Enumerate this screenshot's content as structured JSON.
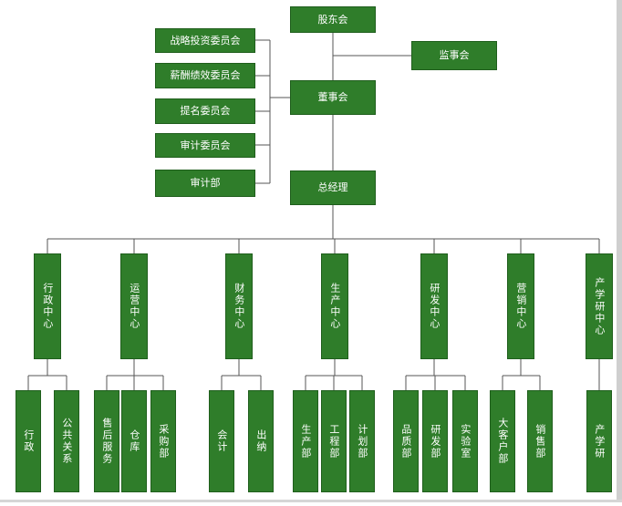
{
  "chart_data": {
    "type": "org-chart",
    "title": "",
    "nodes": {
      "shareholders": "股东会",
      "supervisors": "监事会",
      "board": "董事会",
      "gm": "总经理",
      "strategy_committee": "战略投资委员会",
      "compensation_committee": "薪酬绩效委员会",
      "nomination_committee": "提名委员会",
      "audit_committee": "审计委员会",
      "audit_dept": "审计部",
      "admin_center": "行政中心",
      "operations_center": "运营中心",
      "finance_center": "财务中心",
      "production_center": "生产中心",
      "rd_center": "研发中心",
      "sales_center": "营销中心",
      "iur_center": "产学研中心",
      "admin": "行政",
      "public_relations": "公共关系",
      "after_sales": "售后服务",
      "warehouse": "仓库",
      "purchasing": "采购部",
      "accounting": "会计",
      "cashier": "出纳",
      "production_dept": "生产部",
      "engineering_dept": "工程部",
      "planning_dept": "计划部",
      "quality_dept": "品质部",
      "rd_dept": "研发部",
      "laboratory": "实验室",
      "key_accounts": "大客户部",
      "sales_dept": "销售部",
      "iur": "产学研"
    }
  },
  "colors": {
    "box": "#2f7d2a",
    "box_border": "#1f5e1c",
    "text": "#ffffff",
    "line": "#555555"
  }
}
